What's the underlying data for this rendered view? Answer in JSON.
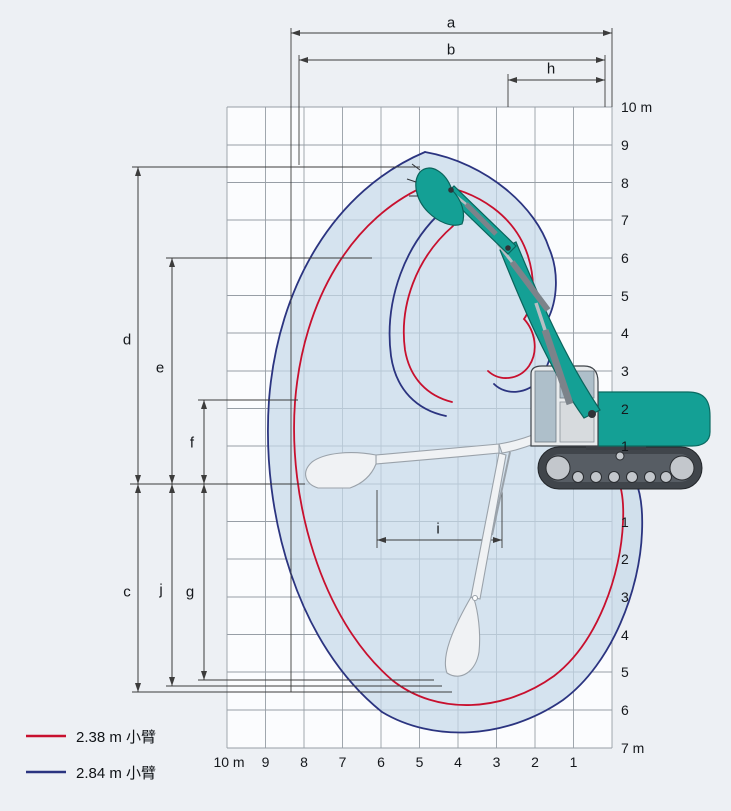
{
  "legend": {
    "items": [
      {
        "label": "2.38 m 小臂",
        "color": "#c8102e"
      },
      {
        "label": "2.84 m 小臂",
        "color": "#2b3480"
      }
    ]
  },
  "dims": {
    "a": "a",
    "b": "b",
    "c": "c",
    "d": "d",
    "e": "e",
    "f": "f",
    "g": "g",
    "h": "h",
    "i": "i",
    "j": "j"
  },
  "axes": {
    "bottom": [
      "10 m",
      "9",
      "8",
      "7",
      "6",
      "5",
      "4",
      "3",
      "2",
      "1"
    ],
    "right_above": [
      "10 m",
      "9",
      "8",
      "7",
      "6",
      "5",
      "4",
      "3",
      "2",
      "1"
    ],
    "right_below": [
      "1",
      "2",
      "3",
      "4",
      "5",
      "6",
      "7 m"
    ]
  },
  "colors": {
    "red_arm_curve": "#c8102e",
    "blue_arm_curve": "#2b3480",
    "envelope_fill": "#c5d8e8",
    "machine_green": "#14a095",
    "grid_line": "#979ea6",
    "dimension_line": "#3c3c3c",
    "background": "#edf0f4"
  }
}
